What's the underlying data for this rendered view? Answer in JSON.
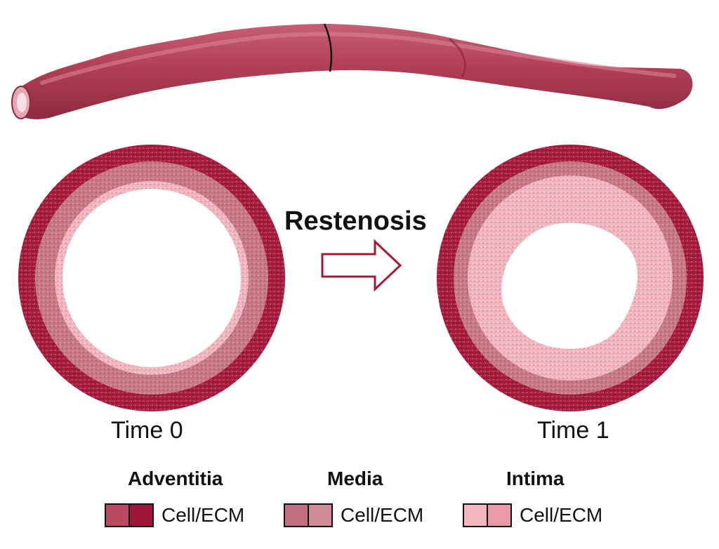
{
  "diagram": {
    "transition_label": "Restenosis",
    "stages": [
      {
        "label": "Time 0"
      },
      {
        "label": "Time 1"
      }
    ],
    "legend": [
      {
        "layer": "Adventitia",
        "item": "Cell/ECM",
        "colors": [
          "#b94a60",
          "#a0163a"
        ]
      },
      {
        "layer": "Media",
        "item": "Cell/ECM",
        "colors": [
          "#c07080",
          "#cf8c97"
        ]
      },
      {
        "layer": "Intima",
        "item": "Cell/ECM",
        "colors": [
          "#f0b7bf",
          "#e89aa6"
        ]
      }
    ],
    "colors": {
      "vessel": "#b23f56",
      "vessel_dark": "#8c2a3f",
      "adventitia": "#a51c3d",
      "media": "#c77b87",
      "intima": "#eeb0b9",
      "arrow_stroke": "#a01c38"
    }
  }
}
